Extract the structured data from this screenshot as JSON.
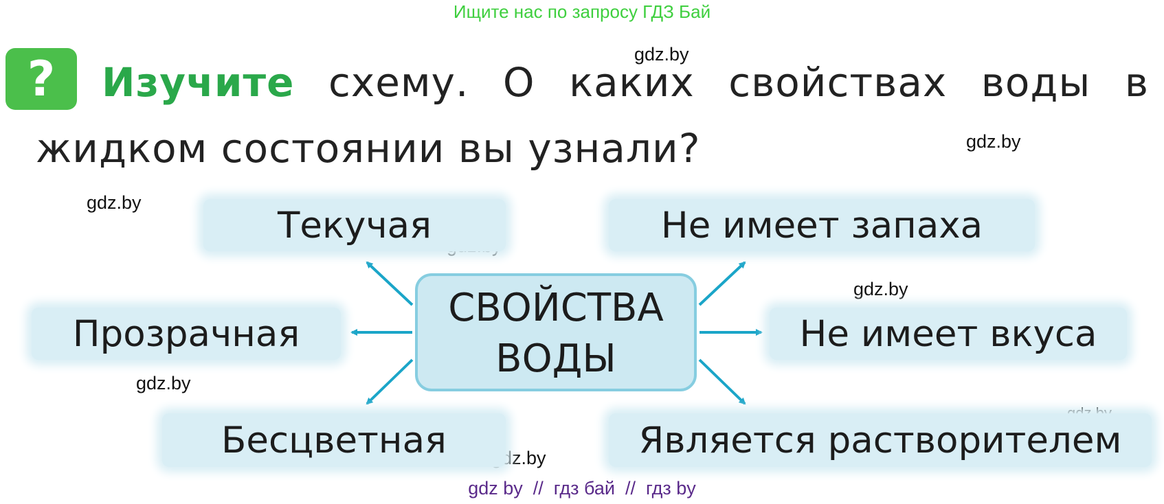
{
  "banner": "Ищите нас по запросу ГДЗ Бай",
  "badge": "?",
  "question": {
    "keyword": "Изучите",
    "rest": " схему. О каких свойствах воды в жидком состоянии вы узнали?"
  },
  "diagram": {
    "center_line1": "СВОЙСТВА",
    "center_line2": "ВОДЫ",
    "properties": [
      "Текучая",
      "Прозрачная",
      "Бесцветная",
      "Не имеет запаха",
      "Не имеет вкуса",
      "Является растворителем"
    ]
  },
  "watermark": "gdz.by",
  "footer": "gdz by  //  гдз бай  //  гдз by",
  "colors": {
    "accent_green": "#2aa84a",
    "arrow": "#1aa5c8",
    "pill_bg": "#d9eef5"
  }
}
